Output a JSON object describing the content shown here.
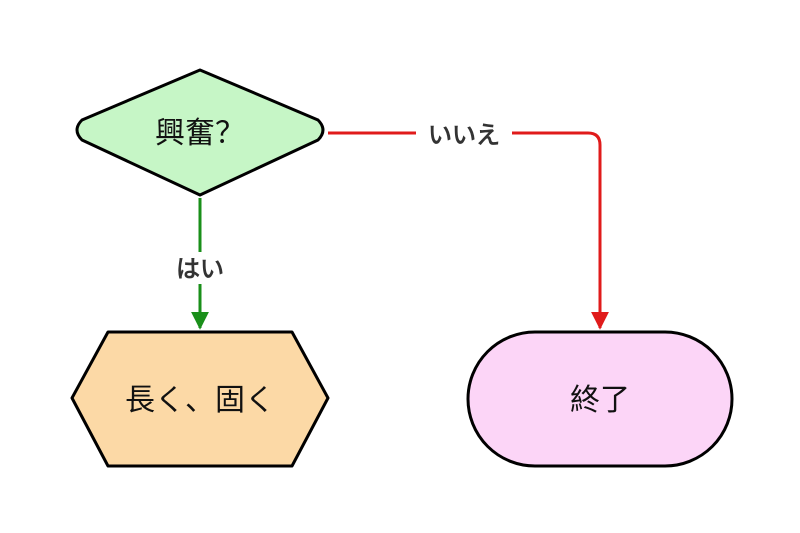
{
  "nodes": {
    "decision": {
      "label": "興奮？",
      "fill": "#c6f6c6",
      "stroke": "#000000"
    },
    "process": {
      "label": "長く、固く",
      "fill": "#fcd9a6",
      "stroke": "#000000"
    },
    "terminal": {
      "label": "終了",
      "fill": "#fcd5f7",
      "stroke": "#000000"
    }
  },
  "edges": {
    "yes": {
      "label": "はい",
      "color": "#1a8f1a"
    },
    "no": {
      "label": "いいえ",
      "color": "#e01b1b"
    }
  }
}
